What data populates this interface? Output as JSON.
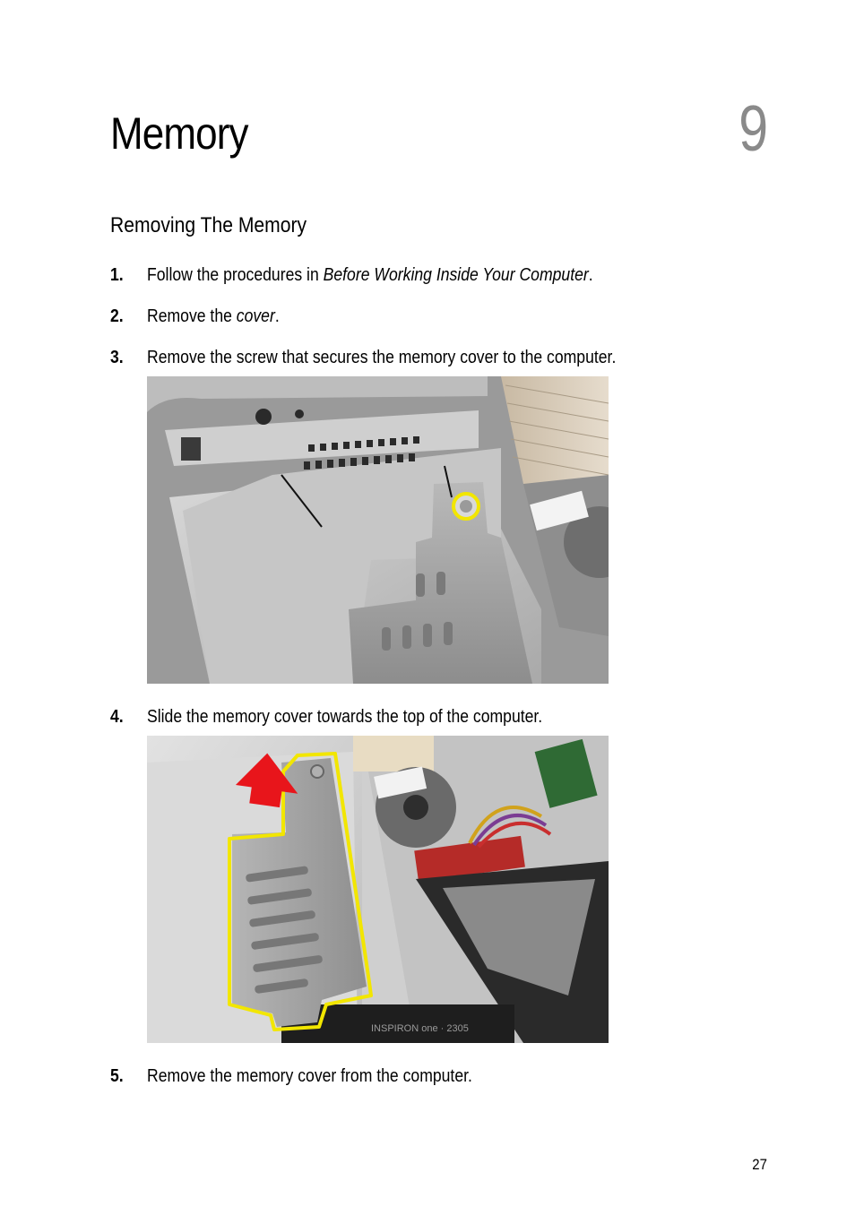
{
  "chapter": {
    "title": "Memory",
    "number": "9"
  },
  "section": {
    "heading": "Removing The Memory"
  },
  "steps": [
    {
      "num": "1.",
      "text_before": "Follow the procedures in ",
      "link": "Before Working Inside Your Computer",
      "text_after": "."
    },
    {
      "num": "2.",
      "text_before": "Remove the ",
      "link": "cover",
      "text_after": "."
    },
    {
      "num": "3.",
      "text": "Remove the screw that secures the memory cover to the computer."
    },
    {
      "num": "4.",
      "text": "Slide the memory cover towards the top of the computer."
    },
    {
      "num": "5.",
      "text": "Remove the memory cover from the computer."
    }
  ],
  "photos": {
    "photo2_label": "INSPIRON one · 2305"
  },
  "footer": {
    "page_number": "27"
  },
  "colors": {
    "highlight": "#f2e600",
    "arrow": "#e8151b",
    "chapter_number": "#8a8a8a"
  }
}
